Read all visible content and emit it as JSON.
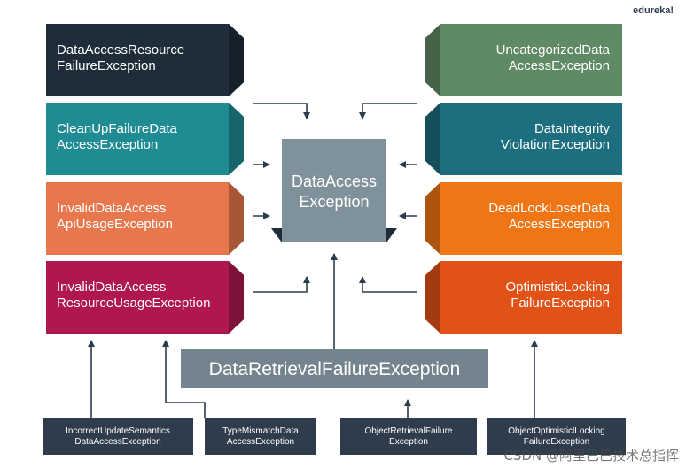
{
  "brand": "edureka!",
  "watermark": "CSDN @阿里巴巴技术总指挥",
  "center": {
    "line1": "DataAccess",
    "line2": "Exception"
  },
  "left_boxes": [
    {
      "line1": "DataAccessResource",
      "line2": "FailureException",
      "color": "#1f2d3a"
    },
    {
      "line1": "CleanUpFailureData",
      "line2": "AccessException",
      "color": "#1f8c94"
    },
    {
      "line1": "InvalidDataAccess",
      "line2": "ApiUsageException",
      "color": "#e8774d"
    },
    {
      "line1": "InvalidDataAccess",
      "line2": "ResourceUsageException",
      "color": "#b0164f"
    }
  ],
  "right_boxes": [
    {
      "line1": "UncategorizedData",
      "line2": "AccessException",
      "color": "#5f8a66"
    },
    {
      "line1": "DataIntegrity",
      "line2": "ViolationException",
      "color": "#1d6e7e"
    },
    {
      "line1": "DeadLockLoserData",
      "line2": "AccessException",
      "color": "#f07515"
    },
    {
      "line1": "OptimisticLocking",
      "line2": "FailureException",
      "color": "#e25116"
    }
  ],
  "retrieval": {
    "label": "DataRetrievalFailureException"
  },
  "bottom_boxes": [
    {
      "line1": "IncorrectUpdateSemantics",
      "line2": "DataAccessException"
    },
    {
      "line1": "TypeMismatchData",
      "line2": "AccessException"
    },
    {
      "line1": "ObjectRetrievalFailure",
      "line2": "Exception"
    },
    {
      "line1": "ObjectOptimisticlLocking",
      "line2": "FailureException"
    }
  ],
  "colors": {
    "center": "#7f929c",
    "retrieval": "#74848e",
    "bottom": "#2e3c4b",
    "arrow": "#2b3c4e"
  }
}
